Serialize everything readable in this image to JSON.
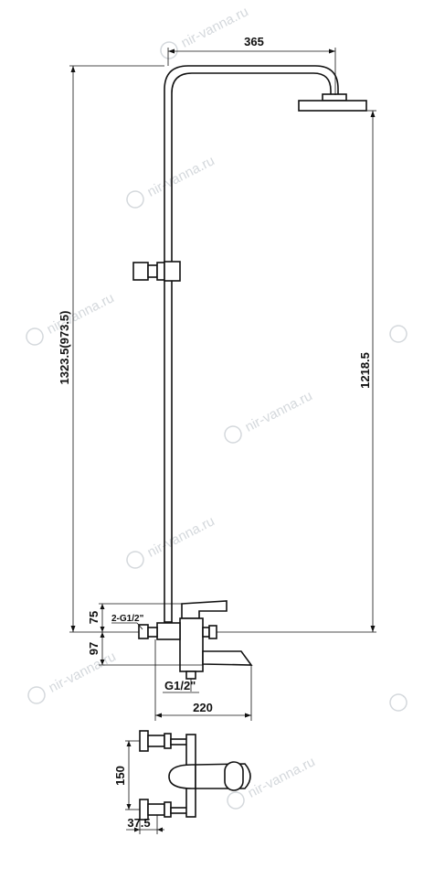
{
  "dimensions": {
    "head_reach": "365",
    "total_height": "1323.5(973.5)",
    "head_height": "1218.5",
    "top_to_inlet": "75",
    "inlet_to_spout": "97",
    "inlet_thread": "2-G1/2\"",
    "outlet_thread": "G1/2\"",
    "spout_reach": "220",
    "inlet_spacing": "150",
    "inlet_offset": "37.5"
  },
  "watermark": {
    "text": "nir-vanna.ru",
    "color": "#d4d8dc"
  },
  "colors": {
    "line": "#111111",
    "background": "#ffffff"
  }
}
